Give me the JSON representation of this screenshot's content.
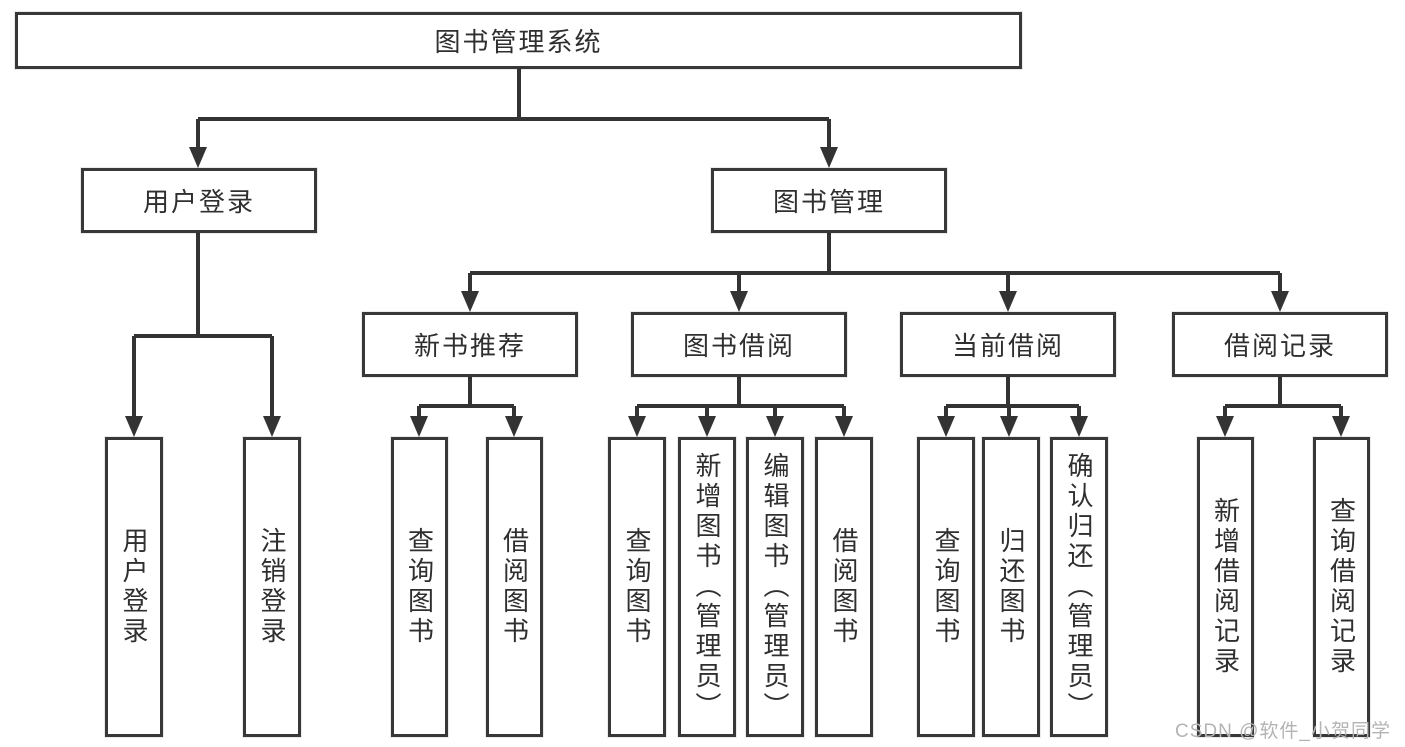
{
  "tree": {
    "root": "图书管理系统",
    "branches": [
      {
        "label": "用户登录",
        "children": [
          "用户登录",
          "注销登录"
        ]
      },
      {
        "label": "图书管理",
        "children": [
          {
            "label": "新书推荐",
            "children": [
              "查询图书",
              "借阅图书"
            ]
          },
          {
            "label": "图书借阅",
            "children": [
              "查询图书",
              "新增图书（管理员）",
              "编辑图书（管理员）",
              "借阅图书"
            ]
          },
          {
            "label": "当前借阅",
            "children": [
              "查询图书",
              "归还图书",
              "确认归还（管理员）"
            ]
          },
          {
            "label": "借阅记录",
            "children": [
              "新增借阅记录",
              "查询借阅记录"
            ]
          }
        ]
      }
    ]
  },
  "watermark": "CSDN @软件_小贺同学",
  "colors": {
    "line": "#333333",
    "box_border": "#383838",
    "text": "#2f2f2f",
    "watermark": "#b4b4b4",
    "background": "#ffffff"
  }
}
